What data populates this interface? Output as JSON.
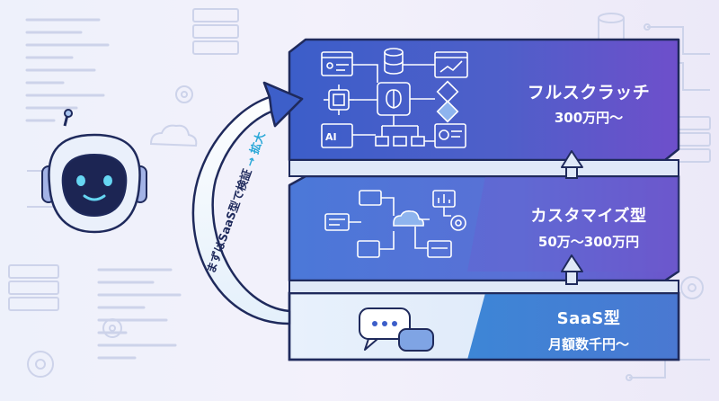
{
  "tiers": {
    "top": {
      "title": "フルスクラッチ",
      "price": "300万円〜"
    },
    "middle": {
      "title": "カスタマイズ型",
      "price": "50万〜300万円"
    },
    "bottom": {
      "title": "SaaS型",
      "price": "月額数千円〜"
    }
  },
  "arrow_caption": {
    "main": "まずはSaaS型で検証",
    "accent": "→ 拡大"
  },
  "icon_labels": {
    "ai_doc": "AI"
  },
  "colors": {
    "tier_dark": "#3b4fb8",
    "tier_purple": "#6a4fc9",
    "tier_blue": "#3f7bd6",
    "accent_cyan": "#2aa8d8",
    "outline": "#1f2a5c"
  }
}
